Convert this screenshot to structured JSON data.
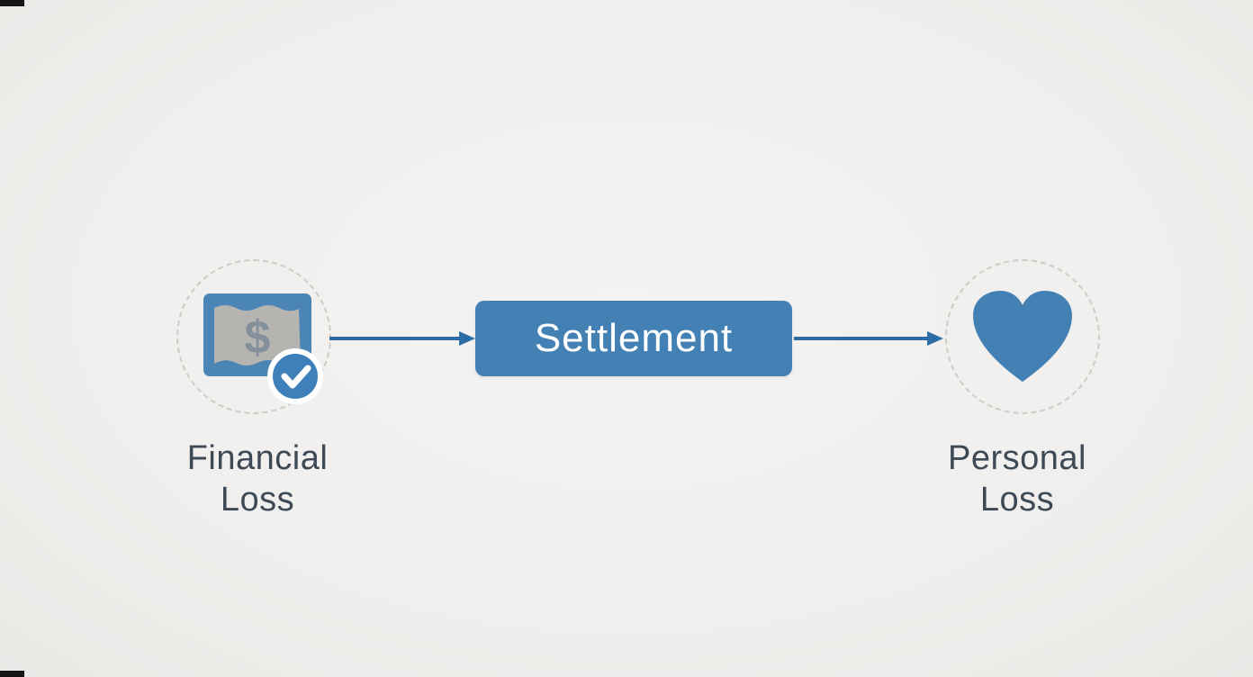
{
  "diagram": {
    "type": "flow",
    "nodes": {
      "financial": {
        "line1": "Financial",
        "line2": "Loss",
        "icon": "money-bill-check-icon"
      },
      "settlement": {
        "label": "Settlement"
      },
      "personal": {
        "line1": "Personal",
        "line2": "Loss",
        "icon": "heart-icon"
      }
    },
    "connections": [
      {
        "from": "financial",
        "to": "settlement"
      },
      {
        "from": "settlement",
        "to": "personal"
      }
    ],
    "colors": {
      "background": "#f0efed",
      "primary_blue": "#4381b5",
      "arrow_blue": "#2e6da4",
      "label_text": "#3e4956",
      "settlement_text": "#ffffff",
      "dashed_circle_border": "#cfccc7",
      "banknote_gray": "#b5b4b1",
      "badge_blue": "#3e80ba"
    }
  }
}
